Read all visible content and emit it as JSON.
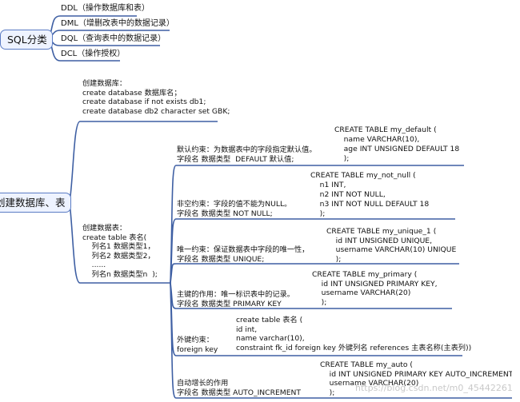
{
  "sql_category": {
    "title": "SQL分类",
    "items": [
      "DDL（操作数据库和表）",
      "DML（增删改表中的数据记录）",
      "DQL（查询表中的数据记录）",
      "DCL（操作授权）"
    ]
  },
  "create_db_table": {
    "title": "创建数据库、表",
    "create_database": {
      "lines": [
        "创建数据库：",
        "create database 数据库名；",
        "create database if not exists db1;",
        "create database db2 character set GBK;"
      ]
    },
    "create_table": {
      "lines": [
        "创建数据表：",
        "create table 表名(",
        "    列名1 数据类型1，",
        "    列名2 数据类型2，",
        "    ......",
        "    列名n 数据类型n  );"
      ]
    },
    "constraints": [
      {
        "label": [
          "默认约束：为数据表中的字段指定默认值。",
          "字段名 数据类型  DEFAULT 默认值;"
        ],
        "code": [
          "CREATE TABLE my_default (",
          "    name VARCHAR(10),",
          "    age INT UNSIGNED DEFAULT 18",
          "    );"
        ]
      },
      {
        "label": [
          "非空约束：字段的值不能为NULL。",
          "字段名 数据类型 NOT NULL;"
        ],
        "code": [
          "CREATE TABLE my_not_null (",
          "    n1 INT,",
          "    n2 INT NOT NULL,",
          "    n3 INT NOT NULL DEFAULT 18",
          "    );"
        ]
      },
      {
        "label": [
          "唯一约束：保证数据表中字段的唯一性，",
          "字段名 数据类型 UNIQUE;"
        ],
        "code": [
          "CREATE TABLE my_unique_1 (",
          "    id INT UNSIGNED UNIQUE,",
          "    username VARCHAR(10) UNIQUE",
          "    );"
        ]
      },
      {
        "label": [
          "主键的作用：唯一标识表中的记录。",
          "字段名 数据类型 PRIMARY KEY"
        ],
        "code": [
          "CREATE TABLE my_primary (",
          "    id INT UNSIGNED PRIMARY KEY,",
          "    username VARCHAR(20)",
          "    );"
        ]
      },
      {
        "label": [
          "外键约束：",
          "foreign key"
        ],
        "code": [
          "create table 表名 (",
          "id int,",
          "name varchar(10),",
          "constraint fk_id foreign key 外键列名 references 主表名称(主表列))"
        ]
      },
      {
        "label": [
          "自动增长的作用",
          "字段名 数据类型 AUTO_INCREMENT"
        ],
        "code": [
          "CREATE TABLE my_auto (",
          "    id INT UNSIGNED PRIMARY KEY AUTO_INCREMENT",
          "    username VARCHAR(20)",
          "    );"
        ]
      }
    ]
  },
  "watermark": "https://blog.csdn.net/m0_45442261",
  "colors": {
    "branch": "#3e5fa3",
    "pill_border": "#5b7cc4",
    "pill_bg": "#eef3ff"
  }
}
